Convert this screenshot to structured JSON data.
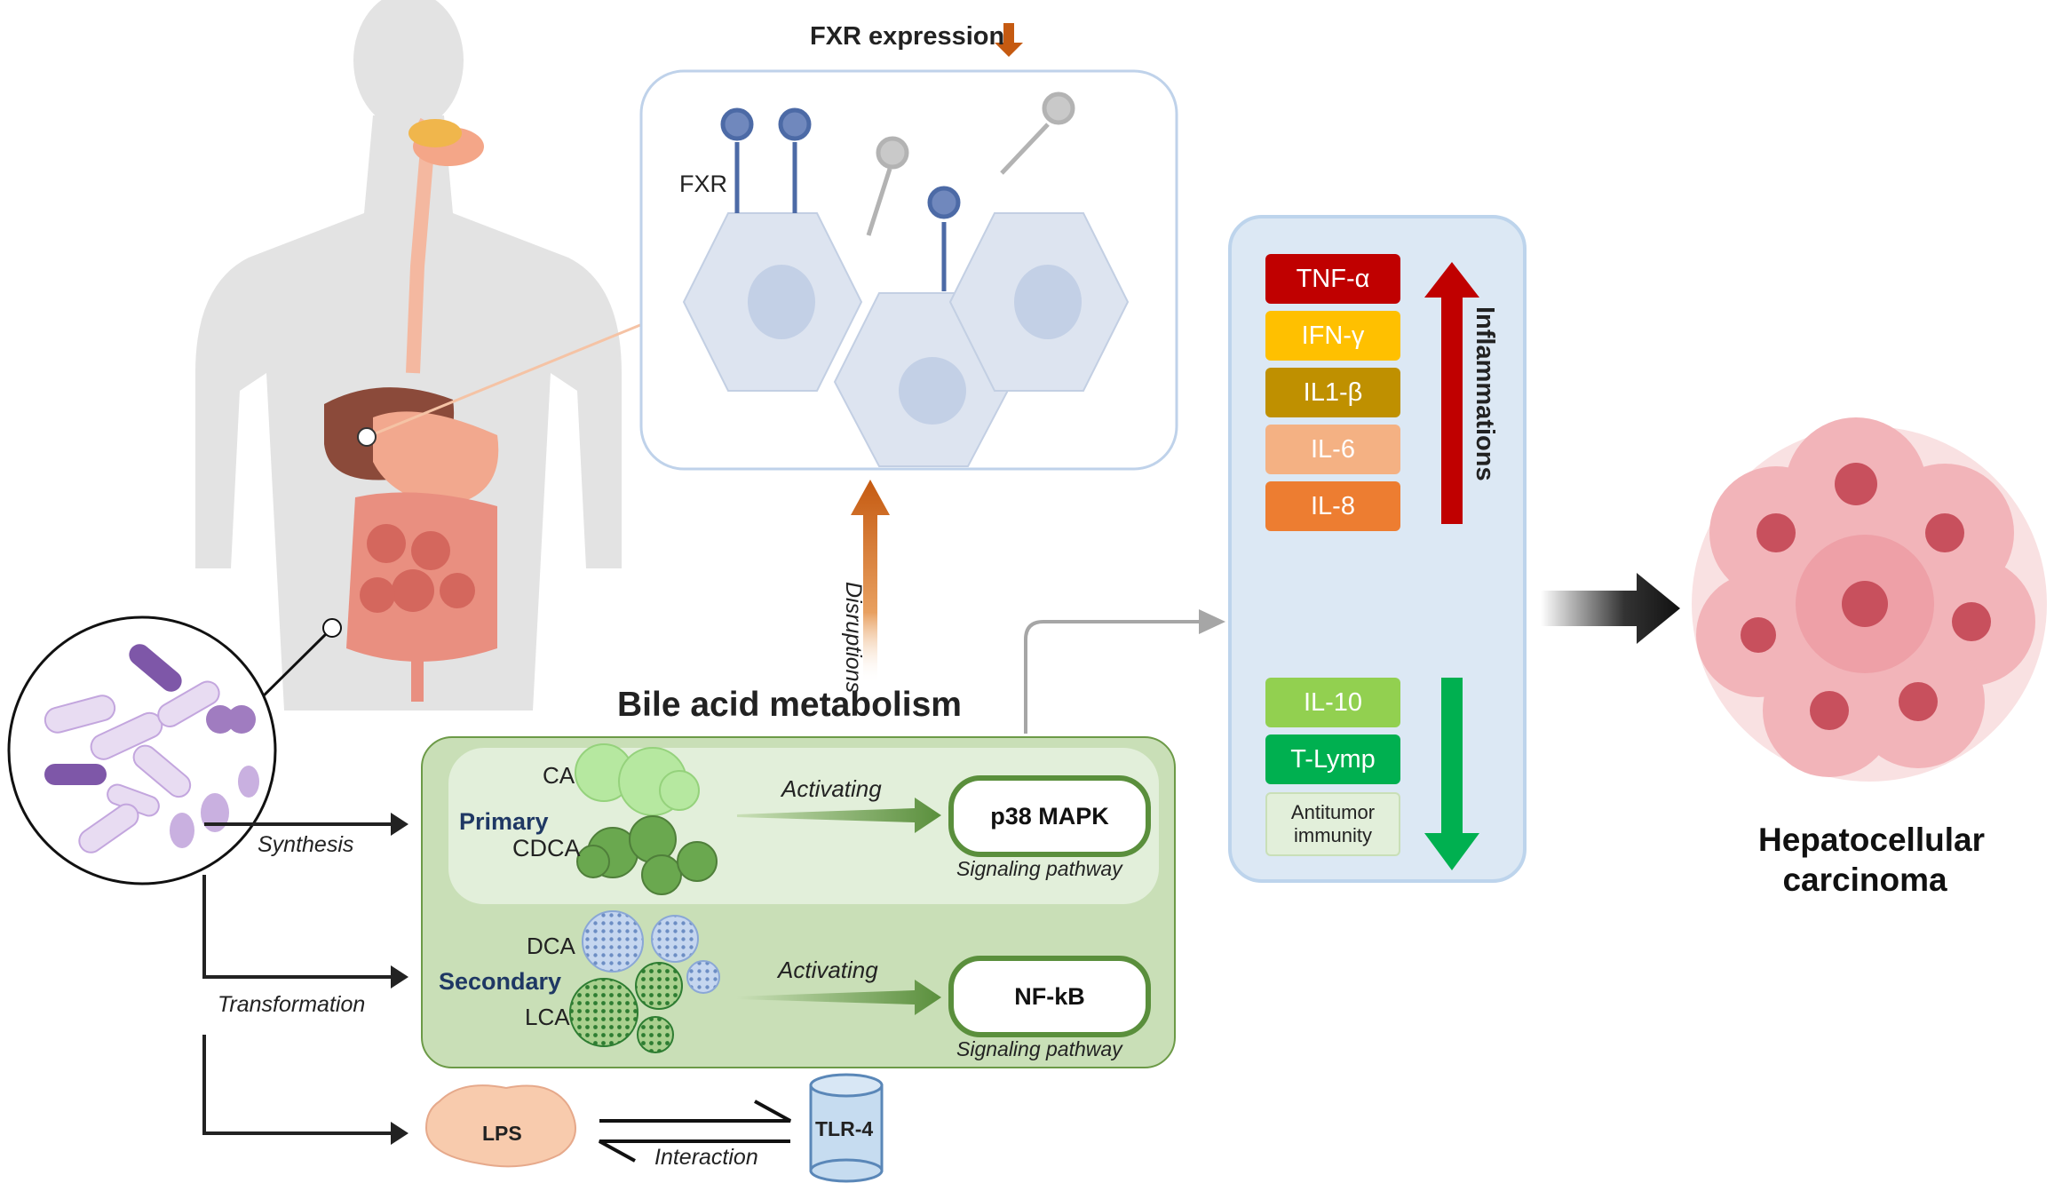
{
  "header": {
    "fxr_expression": "FXR expression"
  },
  "receptor": {
    "fxr_label": "FXR"
  },
  "disruptions": "Disruptions",
  "bile": {
    "title": "Bile acid metabolism",
    "primary": {
      "label": "Primary",
      "acids": [
        "CA",
        "CDCA"
      ],
      "activating": "Activating",
      "pathway": "p38 MAPK",
      "pathway_sub": "Signaling pathway"
    },
    "secondary": {
      "label": "Secondary",
      "acids": [
        "DCA",
        "LCA"
      ],
      "activating": "Activating",
      "pathway": "NF-kB",
      "pathway_sub": "Signaling pathway"
    }
  },
  "microbiota": {
    "synthesis": "Synthesis",
    "transformation": "Transformation"
  },
  "lps": "LPS",
  "tlr": "TLR-4",
  "interaction": "Interaction",
  "inflammation": {
    "title": "Inflammations",
    "up": [
      {
        "label": "TNF-α",
        "color": "#c00000"
      },
      {
        "label": "IFN-γ",
        "color": "#ffc000"
      },
      {
        "label": "IL1-β",
        "color": "#bf9000"
      },
      {
        "label": "IL-6",
        "color": "#f4b183"
      },
      {
        "label": "IL-8",
        "color": "#ed7d31"
      }
    ],
    "down": [
      {
        "label": "IL-10",
        "color": "#92d050"
      },
      {
        "label": "T-Lymp",
        "color": "#00b050"
      },
      {
        "label": "Antitumor immunity",
        "color": "#e2efda"
      }
    ]
  },
  "outcome": {
    "line1": "Hepatocellular",
    "line2": "carcinoma"
  }
}
